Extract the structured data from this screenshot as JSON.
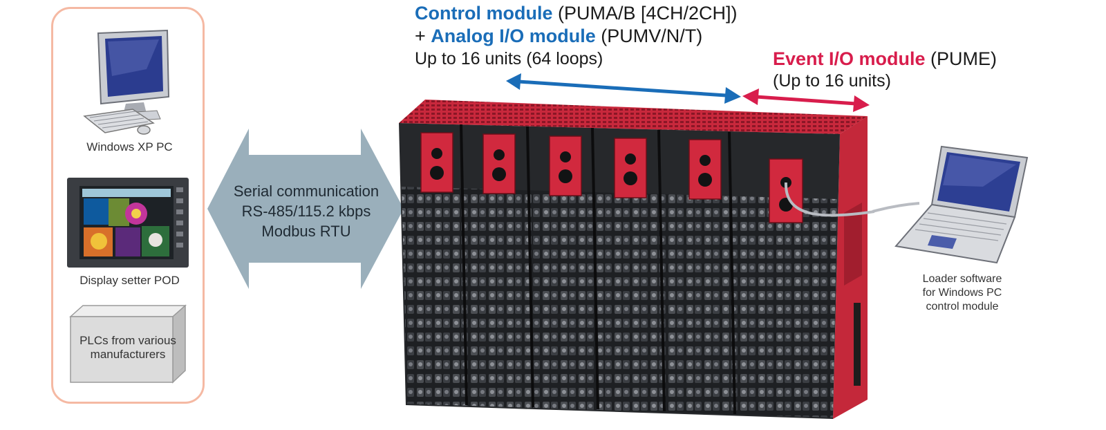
{
  "left_panel": {
    "devices": [
      {
        "label": "Windows XP PC",
        "icon": "desktop-pc-icon"
      },
      {
        "label": "Display setter POD",
        "icon": "touch-display-icon"
      },
      {
        "label": "PLCs from various manufacturers",
        "icon": "plc-box-icon"
      }
    ]
  },
  "communication": {
    "line1": "Serial communication",
    "line2": "RS-485/115.2 kbps",
    "line3": "Modbus RTU"
  },
  "control_header": {
    "title": "Control module",
    "title_suffix": " (PUMA/B [4CH/2CH])",
    "plus": "+ ",
    "analog_title": "Analog I/O module",
    "analog_suffix": " (PUMV/N/T)",
    "units": "Up to 16 units (64 loops)"
  },
  "event_header": {
    "title": "Event I/O module",
    "suffix": " (PUME)",
    "units": "(Up to 16 units)"
  },
  "loader": {
    "line1": "Loader software",
    "line2": "for Windows PC",
    "line3": "control module"
  },
  "colors": {
    "blue_accent": "#1a6db8",
    "red_accent": "#d81d4c",
    "panel_border": "#f5b9a3",
    "arrow_fill": "#9aafbb"
  }
}
